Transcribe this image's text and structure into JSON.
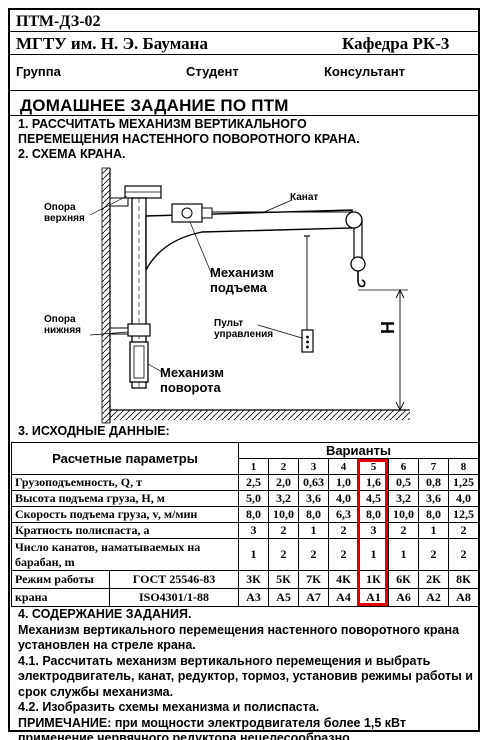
{
  "header": {
    "code": "ПТМ-ДЗ-02",
    "university": "МГТУ им. Н. Э. Баумана",
    "department": "Кафедра РК-3",
    "group_label": "Группа",
    "student_label": "Студент",
    "consultant_label": "Консультант"
  },
  "title": "ДОМАШНЕЕ ЗАДАНИЕ ПО ПТМ",
  "section1": {
    "line1": "1. РАССЧИТАТЬ МЕХАНИЗМ ВЕРТИКАЛЬНОГО",
    "line2": "ПЕРЕМЕЩЕНИЯ НАСТЕННОГО   ПОВОРОТНОГО КРАНА."
  },
  "section2": "2. СХЕМА КРАНА.",
  "scheme": {
    "support_top": [
      "Опора",
      "верхняя"
    ],
    "support_bottom": [
      "Опора",
      "нижняя"
    ],
    "rope": "Канат",
    "lift_mech": [
      "Механизм",
      "подъема"
    ],
    "remote": [
      "Пульт",
      "управления"
    ],
    "rot_mech": [
      "Механизм",
      "поворота"
    ],
    "height_label": "Н"
  },
  "section3": "3. ИСХОДНЫЕ ДАННЫЕ:",
  "table": {
    "params_header": "Расчетные параметры",
    "variants_header": "Варианты",
    "variant_numbers": [
      "1",
      "2",
      "3",
      "4",
      "5",
      "6",
      "7",
      "8"
    ],
    "rows": [
      {
        "label": "Грузоподъемность, Q, т",
        "values": [
          "2,5",
          "2,0",
          "0,63",
          "1,0",
          "1,6",
          "0,5",
          "0,8",
          "1,25"
        ]
      },
      {
        "label": "Высота подъема груза, Н, м",
        "values": [
          "5,0",
          "3,2",
          "3,6",
          "4,0",
          "4,5",
          "3,2",
          "3,6",
          "4,0"
        ]
      },
      {
        "label": "Скорость подъема груза, v, м/мин",
        "values": [
          "8,0",
          "10,0",
          "8,0",
          "6,3",
          "8,0",
          "10,0",
          "8,0",
          "12,5"
        ]
      },
      {
        "label": "Кратность полиспаста, а",
        "values": [
          "3",
          "2",
          "1",
          "2",
          "3",
          "2",
          "1",
          "2"
        ]
      },
      {
        "label_line1": "Число канатов, наматываемых на",
        "label_line2": "барабан, m",
        "values": [
          "1",
          "2",
          "2",
          "2",
          "1",
          "1",
          "2",
          "2"
        ]
      }
    ],
    "mode_label_line1": "Режим работы",
    "mode_label_line2": "крана",
    "mode_gost": {
      "standard": "ГОСТ 25546-83",
      "values": [
        "3К",
        "5К",
        "7К",
        "4К",
        "1К",
        "6К",
        "2К",
        "8К"
      ]
    },
    "mode_iso": {
      "standard": "ISO4301/1-88",
      "values": [
        "А3",
        "А5",
        "А7",
        "А4",
        "А1",
        "А6",
        "А2",
        "А8"
      ]
    }
  },
  "section4": {
    "title": "4. СОДЕРЖАНИЕ ЗАДАНИЯ.",
    "p1_line1": " Механизм вертикального перемещения  настенного поворотного крана",
    "p1_line2": "установлен на стреле крана.",
    "p2_line1": "4.1. Рассчитать механизм вертикального перемещения и выбрать",
    "p2_line2": "электродвигатель, канат, редуктор, тормоз, установив режимы работы и",
    "p2_line3": "срок службы механизма.",
    "p3": "4.2. Изобразить схемы механизма и полиспаста.",
    "note_line1": "ПРИМЕЧАНИЕ:  при мощности электродвигателя более 1,5 кВт",
    "note_line2": "применение червячного редуктора нецелесообразно."
  },
  "colors": {
    "highlight": "#e00000",
    "ink": "#000000"
  }
}
